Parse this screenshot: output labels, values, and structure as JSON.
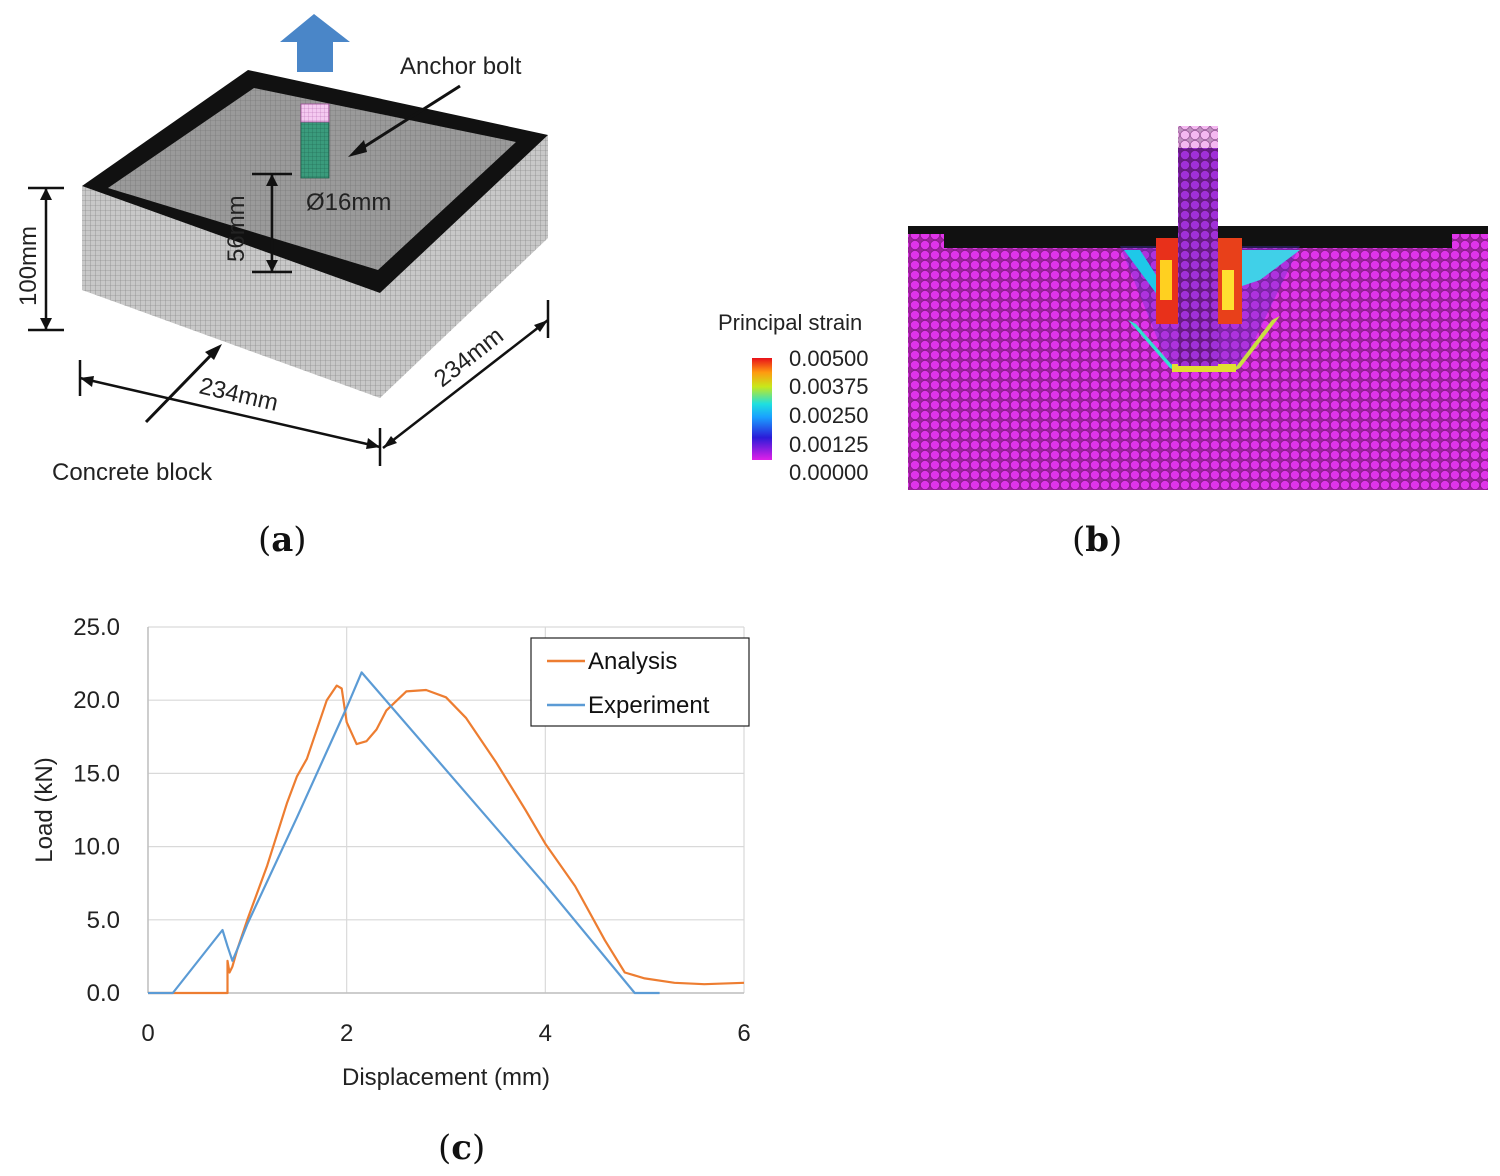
{
  "panel_a": {
    "label_letter": "a",
    "anchor_bolt": "Anchor bolt",
    "diameter": "Ø16mm",
    "embed_depth": "56mm",
    "height": "100mm",
    "width_front": "234mm",
    "width_side": "234mm",
    "concrete_block": "Concrete block"
  },
  "panel_b": {
    "label_letter": "b",
    "legend_title": "Principal strain",
    "legend_ticks": [
      "0.00500",
      "0.00375",
      "0.00250",
      "0.00125",
      "0.00000"
    ]
  },
  "panel_c": {
    "label_letter": "c"
  },
  "chart_data": {
    "type": "line",
    "xlabel": "Displacement (mm)",
    "ylabel": "Load (kN)",
    "xlim": [
      0,
      6
    ],
    "ylim": [
      0,
      25
    ],
    "xticks": [
      "0",
      "2",
      "4",
      "6"
    ],
    "yticks": [
      "0.0",
      "5.0",
      "10.0",
      "15.0",
      "20.0",
      "25.0"
    ],
    "grid": true,
    "legend": "top-right",
    "series": [
      {
        "name": "Analysis",
        "color": "#ED7D31",
        "x": [
          0,
          0.8,
          0.8,
          0.82,
          0.85,
          0.9,
          1.0,
          1.2,
          1.4,
          1.5,
          1.6,
          1.8,
          1.9,
          1.95,
          2.0,
          2.1,
          2.2,
          2.3,
          2.4,
          2.6,
          2.8,
          3.0,
          3.2,
          3.5,
          3.8,
          4.0,
          4.3,
          4.6,
          4.8,
          5.0,
          5.3,
          5.6,
          6.0
        ],
        "y": [
          0,
          0,
          2.2,
          1.4,
          1.8,
          3.0,
          5.0,
          8.7,
          13.0,
          14.8,
          16.0,
          20.0,
          21.0,
          20.8,
          18.5,
          17.0,
          17.2,
          18.0,
          19.3,
          20.6,
          20.7,
          20.2,
          18.8,
          15.8,
          12.5,
          10.2,
          7.3,
          3.6,
          1.4,
          1.0,
          0.7,
          0.6,
          0.7
        ]
      },
      {
        "name": "Experiment",
        "color": "#5B9BD5",
        "x": [
          0,
          0.25,
          0.75,
          0.8,
          0.85,
          0.9,
          1.0,
          1.5,
          2.0,
          2.15,
          4.0,
          4.9,
          5.15
        ],
        "y": [
          0,
          0,
          4.3,
          3.2,
          2.2,
          3.0,
          4.7,
          12.0,
          19.5,
          21.9,
          7.4,
          0,
          0
        ]
      }
    ]
  }
}
